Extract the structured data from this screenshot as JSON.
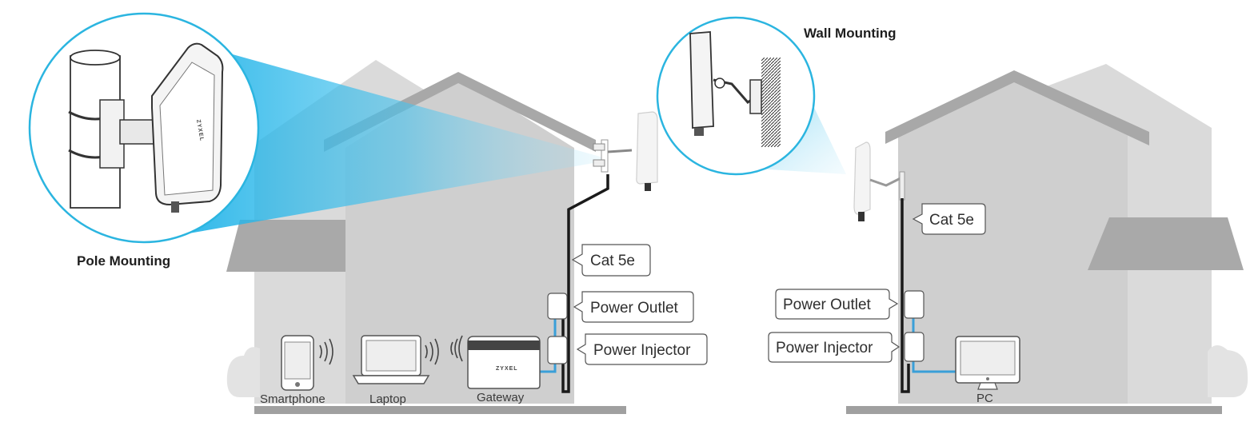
{
  "titles": {
    "pole_mounting": "Pole Mounting",
    "wall_mounting": "Wall Mounting"
  },
  "callouts": {
    "left_cable": "Cat 5e",
    "left_power_outlet": "Power Outlet",
    "left_power_injector": "Power Injector",
    "right_cable": "Cat 5e",
    "right_power_outlet": "Power Outlet",
    "right_power_injector": "Power Injector"
  },
  "devices": {
    "smartphone": "Smartphone",
    "laptop": "Laptop",
    "gateway": "Gateway",
    "pc": "PC"
  },
  "logos": {
    "gateway_logo": "ZYXEL",
    "antenna_logo": "ZYXEL"
  },
  "colors": {
    "house_light": "#d7d7d7",
    "house_dark": "#a8a8a8",
    "beam": "#29b6e8",
    "circle_outline": "#2bb5e0",
    "cable_blue": "#3a9fd8",
    "cable_black": "#1a1a1a"
  }
}
